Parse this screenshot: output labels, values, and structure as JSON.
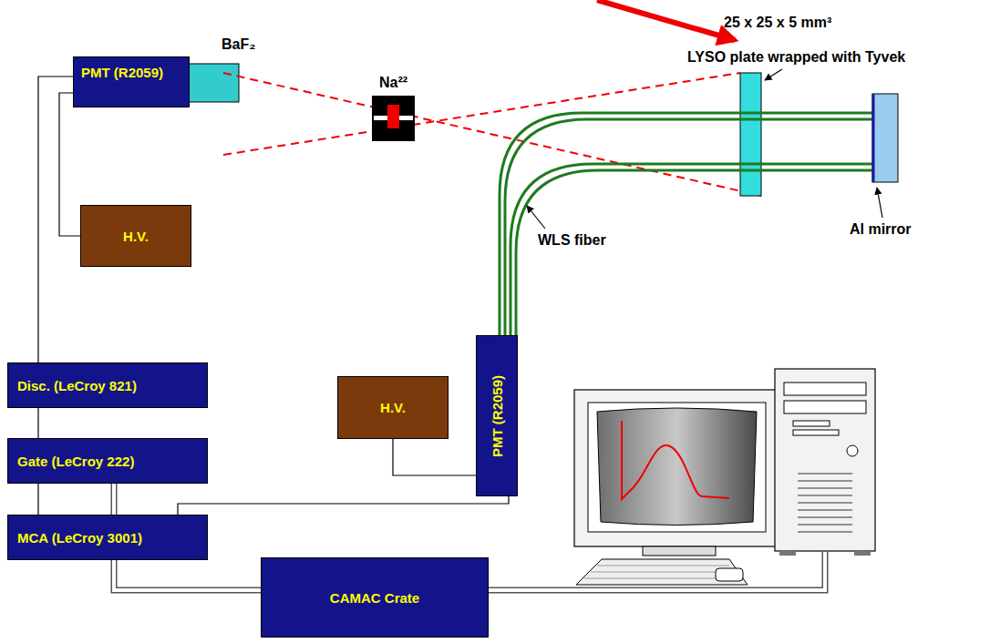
{
  "diagram": {
    "nodes": [
      {
        "text": [
          "PMT (R2059)"
        ]
      },
      {
        "text": [
          "H.V."
        ]
      },
      {
        "text": [
          "H.V."
        ]
      },
      {
        "text": [
          "PMT (R2059)"
        ]
      },
      {
        "text": [
          "Disc. (LeCroy 821)"
        ]
      },
      {
        "text": [
          "Gate (LeCroy 222)"
        ]
      },
      {
        "text": [
          "MCA (LeCroy 3001)"
        ]
      },
      {
        "text": [
          "CAMAC Crate"
        ]
      }
    ],
    "edges": [
      {
        "from": 0,
        "to": 1,
        "arrow": "none"
      },
      {
        "from": 0,
        "to": 4,
        "arrow": "none"
      },
      {
        "from": 4,
        "to": 5,
        "arrow": "none"
      },
      {
        "from": 5,
        "to": 6,
        "arrow": "none"
      },
      {
        "from": 5,
        "to": 6,
        "arrow": "none"
      },
      {
        "from": 2,
        "to": 3,
        "arrow": "none"
      },
      {
        "from": 3,
        "to": 6,
        "arrow": "none"
      },
      {
        "from": 6,
        "to": 7,
        "arrow": "none"
      }
    ],
    "labels": [
      "BaF₂",
      "Na²²",
      "25 x 25 x 5 mm³",
      "LYSO plate wrapped with Tyvek",
      "Al mirror",
      "WLS fiber"
    ]
  }
}
